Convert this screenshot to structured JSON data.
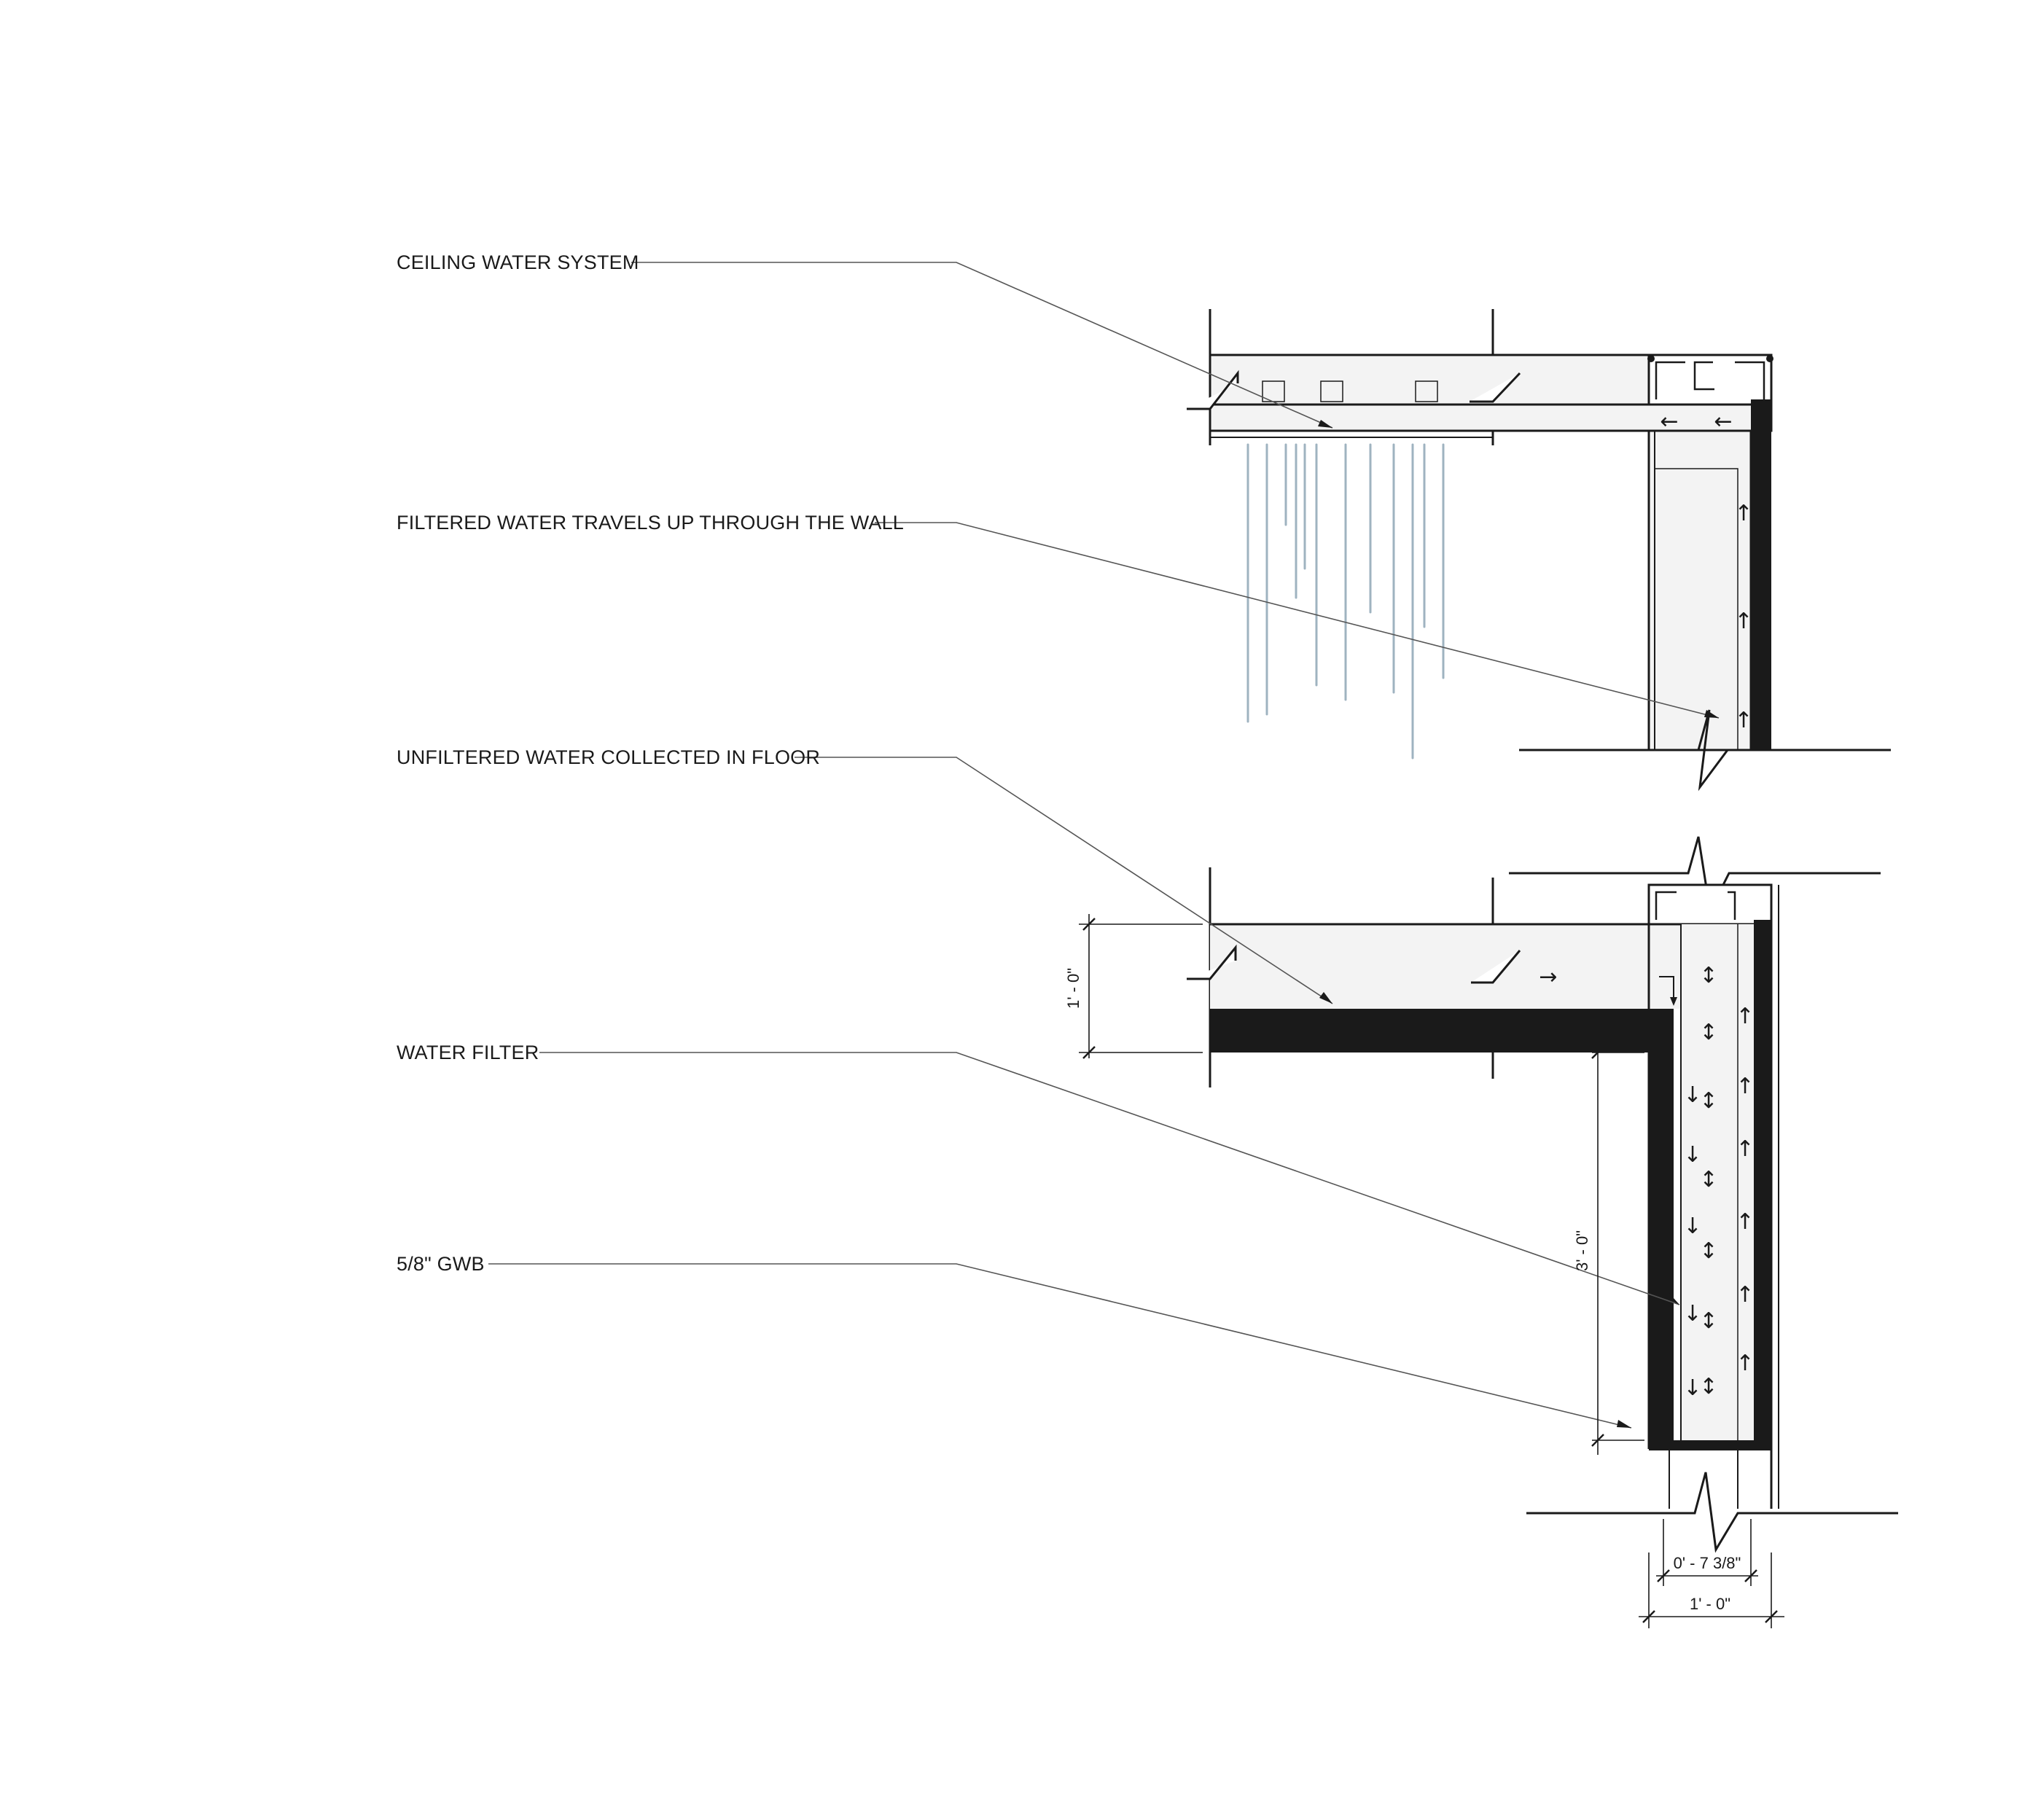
{
  "labels": {
    "ceiling_water_system": "CEILING WATER SYSTEM",
    "filtered_water": "FILTERED WATER TRAVELS UP THROUGH THE WALL",
    "unfiltered_water": "UNFILTERED WATER COLLECTED IN FLOOR",
    "water_filter": "WATER FILTER",
    "gwb": "5/8\" GWB"
  },
  "dimensions": {
    "floor_depth": "1' - 0\"",
    "filter_height": "3' - 0\"",
    "cavity_width": "0' - 7 3/8\"",
    "wall_width": "1' - 0\""
  },
  "colors": {
    "ink": "#1a1a1a",
    "fill_light": "#f3f3f3",
    "water_strand": "#9fb3c0"
  },
  "flow_glyphs": {
    "up": "↑",
    "down": "↓",
    "both": "↕",
    "left": "←",
    "right": "→"
  }
}
